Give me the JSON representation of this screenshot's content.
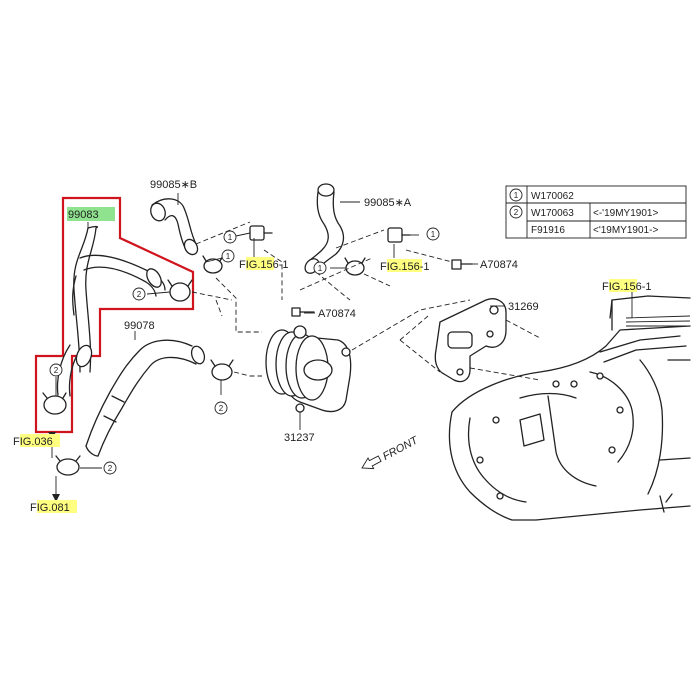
{
  "callouts": [
    {
      "part": "99083",
      "highlight": "#8fe38f"
    },
    {
      "part": "99085∗B"
    },
    {
      "part": "99085∗A"
    },
    {
      "part": "99078"
    },
    {
      "part": "A70874"
    },
    {
      "part": "31237"
    },
    {
      "part": "31269"
    }
  ],
  "figure_refs": {
    "fig156_a": {
      "prefix": "F",
      "highlighted": "IG.15",
      "suffix": "6-1"
    },
    "fig156_b": {
      "prefix": "F",
      "highlighted": "IG.156",
      "suffix": "-1"
    },
    "fig156_c": {
      "prefix": "F",
      "highlighted": "IG.15",
      "suffix": "6-1"
    },
    "fig036": {
      "prefix": "F",
      "highlighted": "IG.036",
      "suffix": ""
    },
    "fig081": {
      "prefix": "F",
      "highlighted": "IG.081",
      "suffix": ""
    },
    "highlight_color": "#ffff80"
  },
  "markers": {
    "one": "1",
    "two": "2"
  },
  "legend": {
    "rows": [
      {
        "marker": "1",
        "part": "W170062",
        "note": ""
      },
      {
        "marker": "2",
        "part": "W170063",
        "note": "<-'19MY1901>"
      },
      {
        "marker": "",
        "part": "F91916",
        "note": "<'19MY1901->"
      }
    ]
  },
  "direction": {
    "label": "FRONT"
  },
  "emphasis_color": "#d0141e"
}
